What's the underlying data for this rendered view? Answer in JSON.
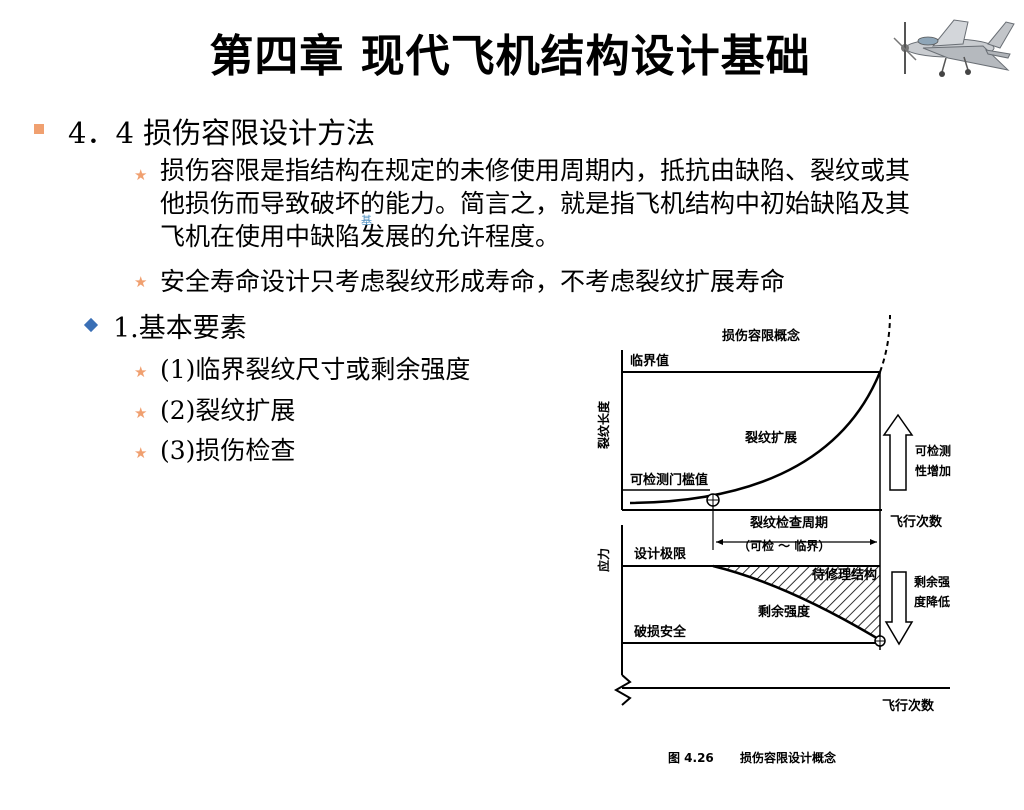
{
  "slide": {
    "title": "第四章  现代飞机结构设计基础",
    "section_heading": "4．4  损伤容限设计方法",
    "definition": "损伤容限是指结构在规定的未修使用周期内，抵抗由缺陷、裂纹或其他损伤而导致破坏的能力。简言之，就是指飞机结构中初始缺陷及其飞机在使用中缺陷发展的允许程度。",
    "safe_life_note": "安全寿命设计只考虑裂纹形成寿命，不考虑裂纹扩展寿命",
    "stray_char": "基",
    "sub_heading": "1.基本要素",
    "elements": [
      "(1)临界裂纹尺寸或剩余强度",
      "(2)裂纹扩展",
      "(3)损伤检查"
    ]
  },
  "figure": {
    "top_title": "损伤容限概念",
    "top_ylabel": "裂纹长度",
    "critical_value": "临界值",
    "crack_growth": "裂纹扩展",
    "detect_threshold": "可检测门槛值",
    "detectability_1": "可检测",
    "detectability_2": "性增加",
    "inspection_period": "裂纹检查周期",
    "inspection_range": "（可检 ～ 临界）",
    "x_label_top": "飞行次数",
    "bottom_ylabel": "应力",
    "design_limit": "设计极限",
    "to_repair": "待修理结构",
    "residual_strength": "剩余强度",
    "fail_safe": "破损安全",
    "strength_drop_1": "剩余强",
    "strength_drop_2": "度降低",
    "x_label_bottom": "飞行次数",
    "caption_no": "图 4.26",
    "caption": "损伤容限设计概念"
  }
}
